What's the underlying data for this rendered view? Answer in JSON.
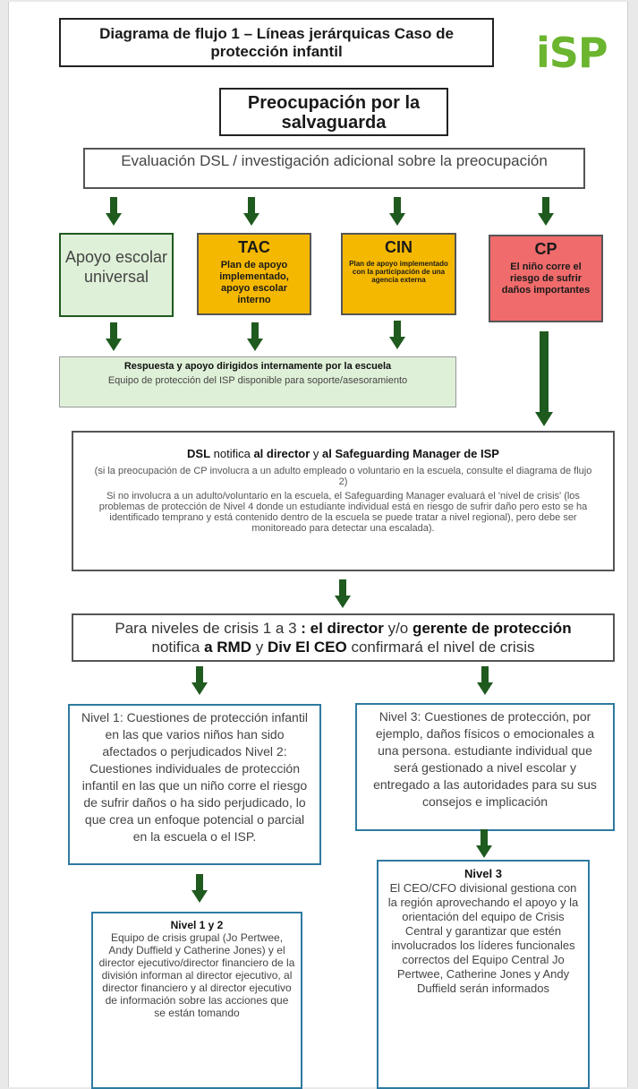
{
  "title": "Diagrama de flujo 1 – Líneas jerárquicas Caso de protección infantil",
  "logo": {
    "text": "iSP",
    "color": "#6bb52f"
  },
  "concern": "Preocupación por la salvaguarda",
  "evaluation": "Evaluación DSL / investigación adicional sobre la preocupación",
  "categories": {
    "universal": {
      "label": "Apoyo escolar universal",
      "color": "#dff0d8"
    },
    "tac": {
      "code": "TAC",
      "text": "Plan de apoyo implementado, apoyo escolar interno",
      "color": "#f5b800"
    },
    "cin": {
      "code": "CIN",
      "text": "Plan de apoyo implementado con la participación de una agencia externa",
      "color": "#f5b800"
    },
    "cp": {
      "code": "CP",
      "text": "El niño corre el riesgo de sufrir daños importantes",
      "color": "#f06b6b"
    }
  },
  "response": {
    "title": "Respuesta y apoyo dirigidos internamente por la escuela",
    "note": "Equipo de protección del ISP disponible para soporte/asesoramiento"
  },
  "dsl": {
    "t1": "DSL",
    "t2": " notifica ",
    "t3": "al director",
    "t4": " y ",
    "t5": "al Safeguarding Manager de ISP",
    "p1": "(si la preocupación de CP involucra a un adulto empleado o voluntario en la escuela,  consulte el diagrama de flujo 2)",
    "p2": "Si no involucra a un adulto/voluntario en la escuela, el Safeguarding Manager evaluará el 'nivel de crisis' (los problemas de protección de Nivel 4 donde un estudiante individual está en riesgo de sufrir daño pero esto se ha identificado temprano y está contenido dentro de la escuela se puede tratar a nivel regional), pero debe ser monitoreado para detectar una escalada)."
  },
  "crisis": {
    "a": "Para niveles de crisis 1 a 3",
    "b": " : el director",
    "c": " y/o ",
    "d": "gerente de protección",
    "e": "notifica ",
    "f": "a RMD",
    "g": " y ",
    "h": "Div El CEO",
    "i": " confirmará el nivel de crisis"
  },
  "level12_desc": "Nivel 1: Cuestiones de protección infantil en las que varios niños han sido afectados o perjudicados Nivel 2: Cuestiones individuales de protección infantil en las que un niño corre el riesgo de sufrir daños o ha sido perjudicado, lo que crea un enfoque potencial o parcial en la escuela o el ISP.",
  "level3_desc": "Nivel 3: Cuestiones de protección, por ejemplo, daños físicos o emocionales a una persona. estudiante individual que será gestionado a nivel escolar y entregado a las autoridades para su sus consejos e implicación",
  "level12_action": {
    "title": "Nivel 1 y 2",
    "text": "Equipo de crisis grupal (Jo Pertwee, Andy Duffield y Catherine Jones) y el director ejecutivo/director financiero de la división informan al director ejecutivo, al director financiero y al director ejecutivo de información sobre las acciones que se están tomando"
  },
  "level3_action": {
    "title": "Nivel 3",
    "text": "El CEO/CFO divisional gestiona con la región aprovechando el apoyo y la orientación del equipo de Crisis Central y garantizar que estén involucrados los líderes funcionales correctos del Equipo Central Jo Pertwee, Catherine Jones y Andy Duffield serán informados"
  },
  "colors": {
    "arrow": "#1f5a1f",
    "box_border_blue": "#2e7aa0"
  }
}
